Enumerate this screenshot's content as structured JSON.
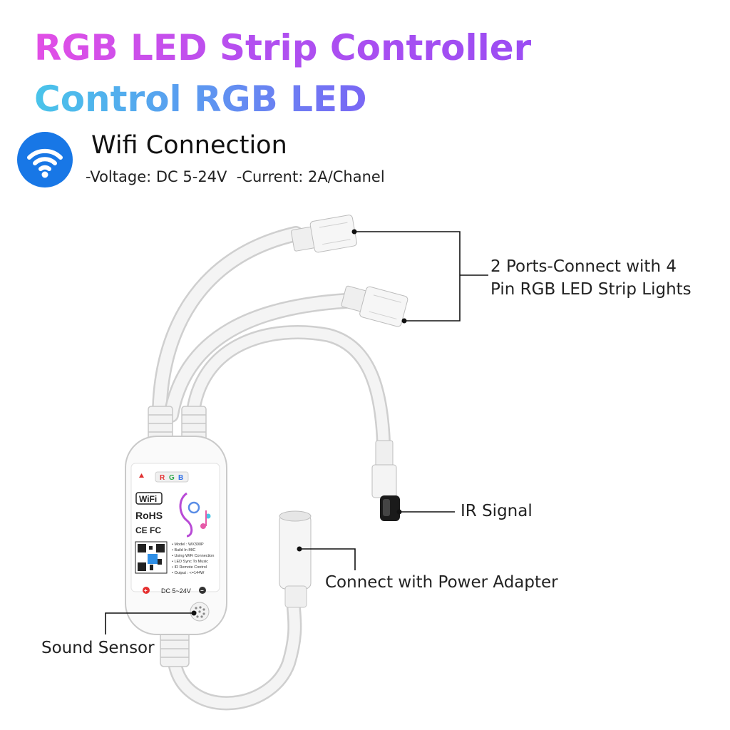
{
  "heading": {
    "line1": "RGB LED Strip Controller",
    "line2": "Control RGB LED"
  },
  "wifi": {
    "icon": "wifi-icon",
    "label": "Wifi Connection"
  },
  "specs": "-Voltage: DC 5-24V  -Current: 2A/Chanel",
  "callouts": {
    "ports_line1": "2 Ports-Connect with 4",
    "ports_line2": "Pin RGB LED Strip Lights",
    "ir": "IR Signal",
    "power": "Connect with Power Adapter",
    "sound": "Sound Sensor"
  },
  "device_label": {
    "rgb_r": "R",
    "rgb_g": "G",
    "rgb_b": "B",
    "wifi": "WiFi",
    "rohs": "RoHS",
    "cert": "CE FC",
    "model_lines": [
      "• Model : WX300P",
      "• Build In MIC",
      "• Using WiFi Connection",
      "• LED Sync To Music",
      "• IR Remote Control",
      "• Output : <=144W"
    ],
    "voltage": "DC 5~24V",
    "plus": "+",
    "minus": "−"
  },
  "colors": {
    "wifi_badge": "#1877e6",
    "cable": "#f4f4f4",
    "cable_edge": "#cfcfcf",
    "leader_line": "#111111"
  }
}
